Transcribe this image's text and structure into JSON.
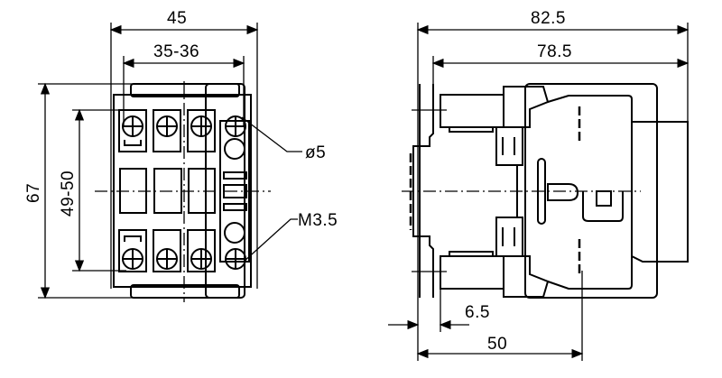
{
  "drawing": {
    "front_view": {
      "width_overall": "45",
      "width_mounting": "35-36",
      "height_overall": "67",
      "height_mounting": "49-50",
      "hole_label": "ø5",
      "screw_label": "M3.5"
    },
    "side_view": {
      "depth_overall": "82.5",
      "depth_body": "78.5",
      "rail_offset": "6.5",
      "depth_to_center": "50"
    },
    "line_color": "#000000",
    "background_color": "#ffffff"
  }
}
